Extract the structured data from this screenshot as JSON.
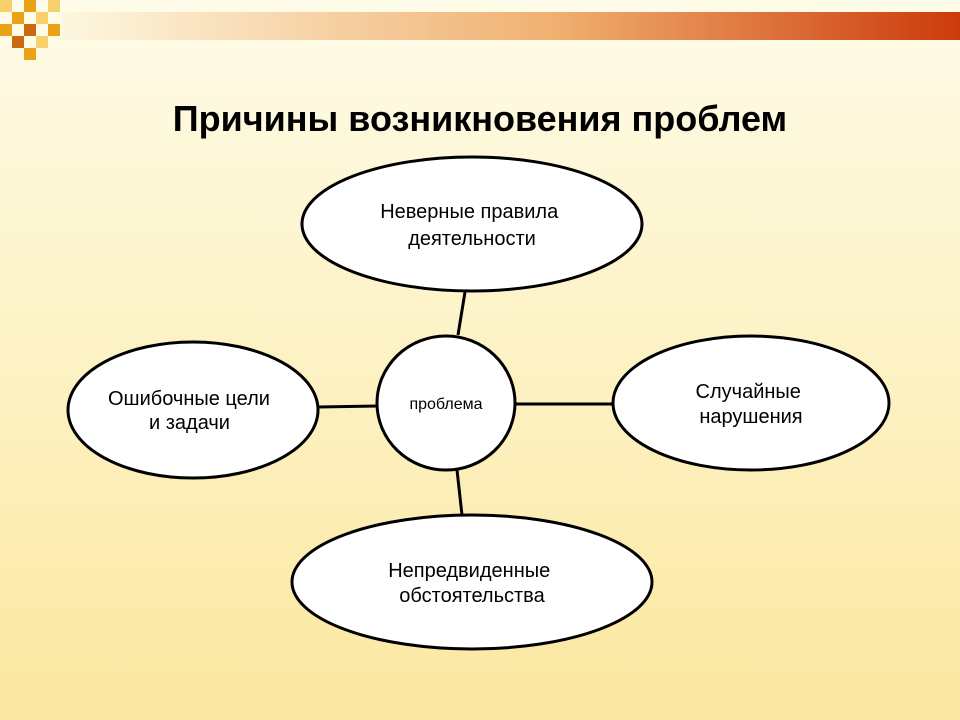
{
  "slide": {
    "title": "Причины возникновения проблем"
  },
  "diagram": {
    "center": "проблема",
    "nodes": {
      "top": [
        "Неверные правила",
        "деятельности"
      ],
      "left": [
        "Ошибочные цели",
        "и задачи"
      ],
      "right": [
        "Случайные",
        "нарушения"
      ],
      "bottom": [
        "Непредвиденные",
        "обстоятельства"
      ]
    }
  },
  "colors": {
    "gradient_bar_start": "#fdf7e0",
    "gradient_bar_end": "#cc3a0c",
    "square_accent": "#e8a317",
    "square_light": "#f6d06a"
  }
}
